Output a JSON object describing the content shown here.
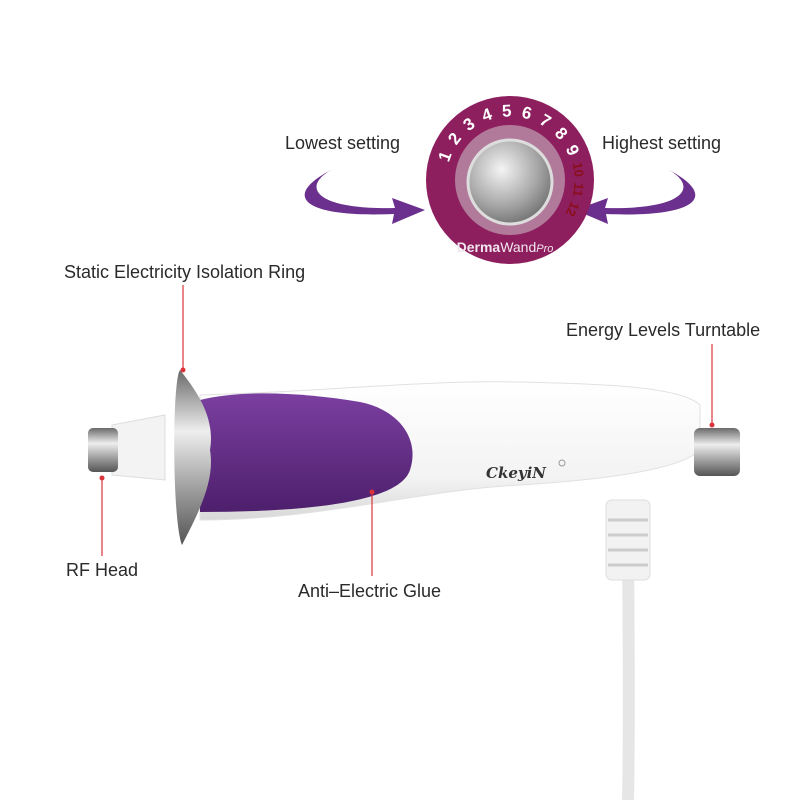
{
  "labels": {
    "lowest": "Lowest setting",
    "highest": "Highest setting",
    "ring": "Static Electricity Isolation Ring",
    "turntable": "Energy Levels Turntable",
    "rf_head": "RF Head",
    "glue": "Anti–Electric Glue"
  },
  "dial": {
    "numbers": [
      "1",
      "2",
      "3",
      "4",
      "5",
      "6",
      "7",
      "8",
      "9",
      "10",
      "11",
      "12"
    ],
    "brand_bold": "Derma",
    "brand_regular": "Wand",
    "brand_script": "Pro"
  },
  "logo": "CkeyiN",
  "colors": {
    "purple": "#6a2f8e",
    "dial": "#8e1f5f",
    "leader": "#d9343a",
    "high_numbers": "#8a0f1a"
  }
}
